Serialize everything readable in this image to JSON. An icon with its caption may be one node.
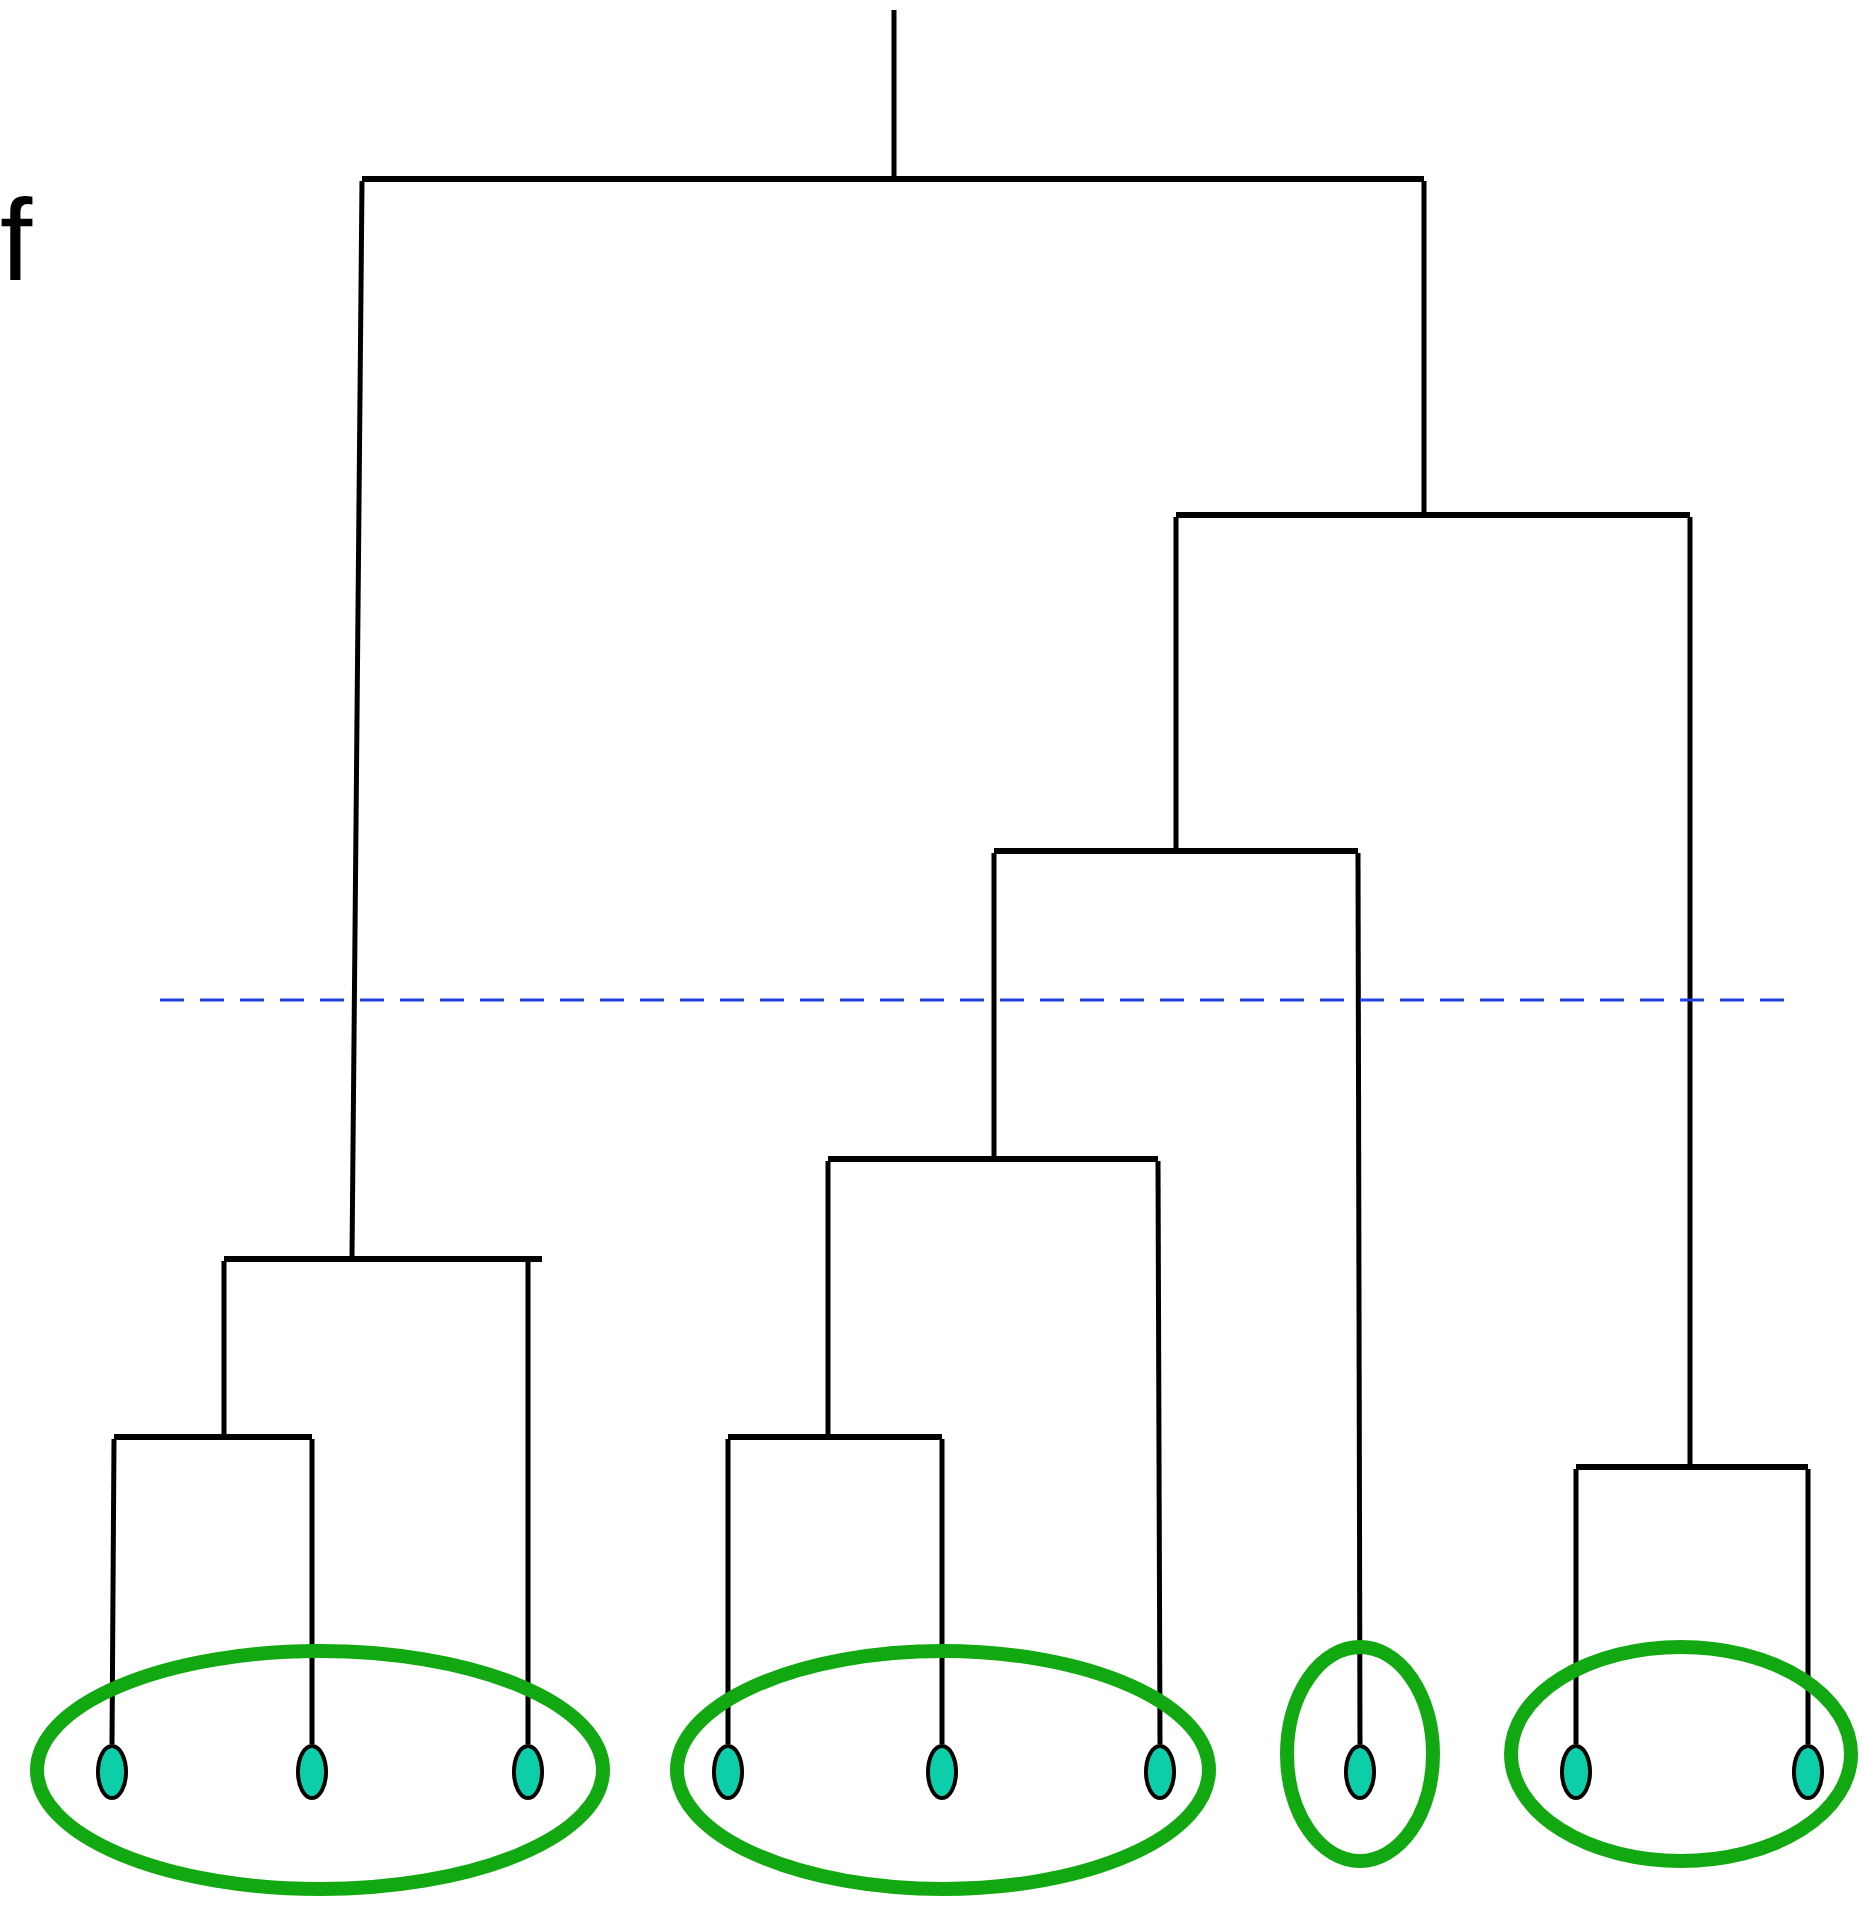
{
  "diagram": {
    "nodes": [
      {
        "text": [],
        "shape": "circle"
      },
      {
        "text": [],
        "shape": "circle",
        "in": 0
      },
      {
        "text": [],
        "shape": "circle",
        "in": 0
      },
      {
        "text": [],
        "shape": "circle",
        "in": 0
      },
      {
        "text": [],
        "shape": "circle"
      },
      {
        "text": [],
        "shape": "circle",
        "in": 4
      },
      {
        "text": [],
        "shape": "circle",
        "in": 4
      },
      {
        "text": [],
        "shape": "circle",
        "in": 4
      },
      {
        "text": [],
        "shape": "circle"
      },
      {
        "text": [],
        "shape": "circle",
        "in": 8
      },
      {
        "text": [],
        "shape": "circle"
      },
      {
        "text": [],
        "shape": "circle",
        "in": 10
      },
      {
        "text": [],
        "shape": "circle",
        "in": 10
      },
      {
        "text": [],
        "shape": "bar"
      },
      {
        "text": [],
        "shape": "bar"
      },
      {
        "text": [],
        "shape": "bar"
      },
      {
        "text": [],
        "shape": "bar"
      },
      {
        "text": [],
        "shape": "bar"
      },
      {
        "text": [],
        "shape": "bar"
      },
      {
        "text": [],
        "shape": "bar"
      },
      {
        "text": [],
        "shape": "bar"
      }
    ],
    "edges": [
      {
        "from": null,
        "to": 13,
        "arrow": "none"
      },
      {
        "from": 13,
        "to": 17,
        "arrow": "none"
      },
      {
        "from": 13,
        "to": 14,
        "arrow": "none"
      },
      {
        "from": 14,
        "to": 19,
        "arrow": "none"
      },
      {
        "from": 14,
        "to": 18,
        "arrow": "none"
      },
      {
        "from": 19,
        "to": 20,
        "arrow": "none"
      },
      {
        "from": 19,
        "to": 9,
        "arrow": "none"
      },
      {
        "from": 20,
        "to": 15,
        "arrow": "none"
      },
      {
        "from": 20,
        "to": 7,
        "arrow": "none"
      },
      {
        "from": 17,
        "to": 16,
        "arrow": "none"
      },
      {
        "from": 17,
        "to": 3,
        "arrow": "none"
      },
      {
        "from": 16,
        "to": 1,
        "arrow": "none"
      },
      {
        "from": 16,
        "to": 2,
        "arrow": "none"
      },
      {
        "from": 15,
        "to": 5,
        "arrow": "none"
      },
      {
        "from": 15,
        "to": 6,
        "arrow": "none"
      },
      {
        "from": 18,
        "to": 11,
        "arrow": "none"
      },
      {
        "from": 18,
        "to": 12,
        "arrow": "none"
      }
    ],
    "labels": [
      "f"
    ]
  }
}
